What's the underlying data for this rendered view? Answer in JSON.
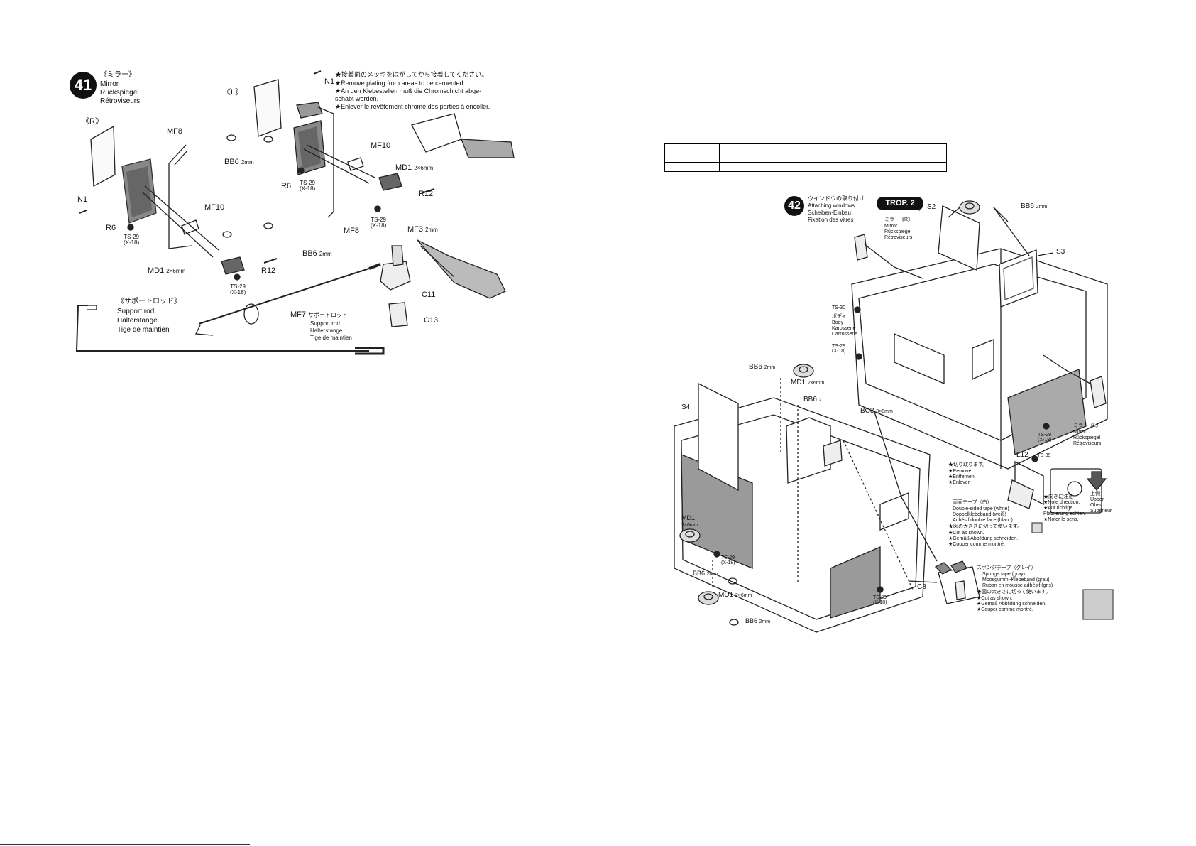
{
  "step41": {
    "number": "41",
    "title_jp": "《ミラー》",
    "title_en": "Mirror",
    "title_de": "Rückspiegel",
    "title_fr": "Rétroviseurs",
    "notes": [
      "★接着面のメッキをはがしてから接着してください。",
      "★Remove plating from areas to be cemented.",
      "★An den Klebestellen muß die Chromschicht abge-",
      "schabt werden.",
      "★Enlever le revêtement chromé des parties à encoller."
    ],
    "side_r": "《R》",
    "side_l": "《L》",
    "parts": {
      "n1_l": "N1",
      "n1_r": "N1",
      "mf8_top": "MF8",
      "mf8_bottom": "MF8",
      "bb6_a": "BB6",
      "bb6_a_size": "2mm",
      "bb6_b": "BB6",
      "bb6_b_size": "2mm",
      "mf10_top": "MF10",
      "mf10_bottom": "MF10",
      "md1_top": "MD1",
      "md1_top_size": "2×6mm",
      "md1_bottom": "MD1",
      "md1_bottom_size": "2×6mm",
      "r6_top": "R6",
      "r6_bottom": "R6",
      "ts29_1": "TS-29",
      "x18_1": "(X-18)",
      "ts29_2": "TS-29",
      "x18_2": "(X-18)",
      "ts29_3": "TS-29",
      "x18_3": "(X-18)",
      "ts29_4": "TS-29",
      "x18_4": "(X-18)",
      "r12_top": "R12",
      "r12_bottom": "R12",
      "mf3": "MF3",
      "mf3_size": "2mm",
      "c11": "C11",
      "c13": "C13",
      "mf7": "MF7"
    },
    "support_rod": {
      "jp": "《サポートロッド》",
      "en": "Support rod",
      "de": "Halterstange",
      "fr": "Tige de maintien"
    },
    "mf7_label": {
      "jp": "サポートロッド",
      "en": "Support rod",
      "de": "Halterstange",
      "fr": "Tige de maintien"
    }
  },
  "step42": {
    "number": "42",
    "title_jp": "ウインドウの取り付け",
    "title_en": "Attaching windows",
    "title_de": "Scheiben-Einbau",
    "title_fr": "Fixation des vitres",
    "badge": "TROP. 2",
    "mirror_r": [
      "ミラー《R》",
      "Mirror",
      "Rückspiegel",
      "Rétroviseurs"
    ],
    "mirror_l": [
      "ミラー《L》",
      "Mirror",
      "Rückspiegel",
      "Rétroviseurs"
    ],
    "body": [
      "ボディ",
      "Body",
      "Karosserie",
      "Carrosserie"
    ],
    "parts": {
      "s2": "S2",
      "s3": "S3",
      "s4": "S4",
      "bb6_top": "BB6",
      "bb6_top_size": "2mm",
      "ts30": "TS-30",
      "ts29_a": "TS-29",
      "x18_a": "(X-18)",
      "ts29_b": "TS-29",
      "x18_b": "(X-18)",
      "ts29_c": "TS-29",
      "x18_c": "(X-18)",
      "ts29_d": "TS-29",
      "x18_d": "(X-18)",
      "bb6_1": "BB6",
      "bb6_1_size": "2mm",
      "md1_1": "MD1",
      "md1_1_size": "2×6mm",
      "bb6_2": "BB6",
      "bb6_2_size": "2",
      "bc3": "BC3",
      "bc3_size": "3×8mm",
      "md1_2": "MD1",
      "md1_2_size": "2×6mm",
      "bb6_3": "BB6",
      "bb6_3_size": "2mm",
      "md1_3": "MD1",
      "md1_3_size": "2×6mm",
      "bb6_4": "BB6",
      "bb6_4_size": "2mm",
      "l12": "L12",
      "ts39": "TS-39",
      "c8": "C8"
    },
    "remove_note": [
      "★切り取ります。",
      "★Remove.",
      "★Entfernen.",
      "★Enlever."
    ],
    "tape_white": [
      "両面テープ（白）",
      "Double-sided tape (white)",
      "Doppelklebeband (weiß)",
      "Adhésif double face (blanc)",
      "★図の大きさに切って使います。",
      "★Cut as shown.",
      "★Gemäß Abbildung schneiden.",
      "★Couper comme montré."
    ],
    "direction_note": [
      "★向きに注意",
      "★Note direction.",
      "★Auf richtige",
      "Platzierung achten.",
      "★Noter le sens."
    ],
    "upper": [
      "上側",
      "Upper",
      "Oben",
      "Supérieur"
    ],
    "tape_gray": [
      "スポンジテープ（グレイ）",
      "Sponge tape (gray)",
      "Moosgummi-Klebeband (grau)",
      "Ruban en mousse adhésif (gris)",
      "★図の大きさに切って使います。",
      "★Cut as shown.",
      "★Gemäß Abbildung schneiden.",
      "★Couper comme montré."
    ]
  }
}
